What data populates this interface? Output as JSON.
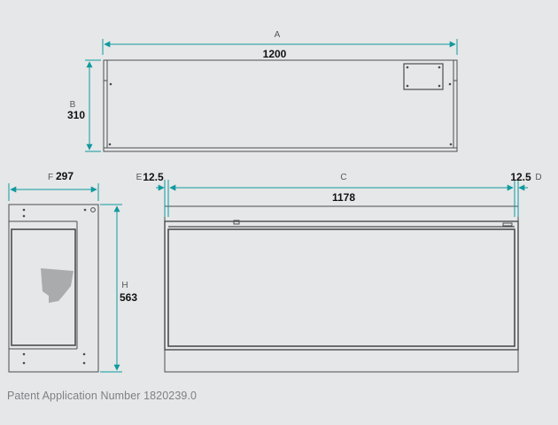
{
  "colors": {
    "background": "#e6e7e8",
    "outline": "#4a4d50",
    "dimension_line": "#0f9a9e",
    "grey_blob": "#a9abad",
    "label_text": "#111111",
    "letter_text": "#55595d",
    "footer_text": "#7d8286"
  },
  "dimensions": {
    "A": {
      "letter": "A",
      "value": "1200"
    },
    "B": {
      "letter": "B",
      "value": "310"
    },
    "F": {
      "letter": "F",
      "value": "297"
    },
    "E": {
      "letter": "E",
      "value": "12.5"
    },
    "C": {
      "letter": "C",
      "value": "1178"
    },
    "D": {
      "letter": "D",
      "value": "12.5"
    },
    "H": {
      "letter": "H",
      "value": "563"
    }
  },
  "footer": {
    "text": "Patent Application Number 1820239.0"
  }
}
